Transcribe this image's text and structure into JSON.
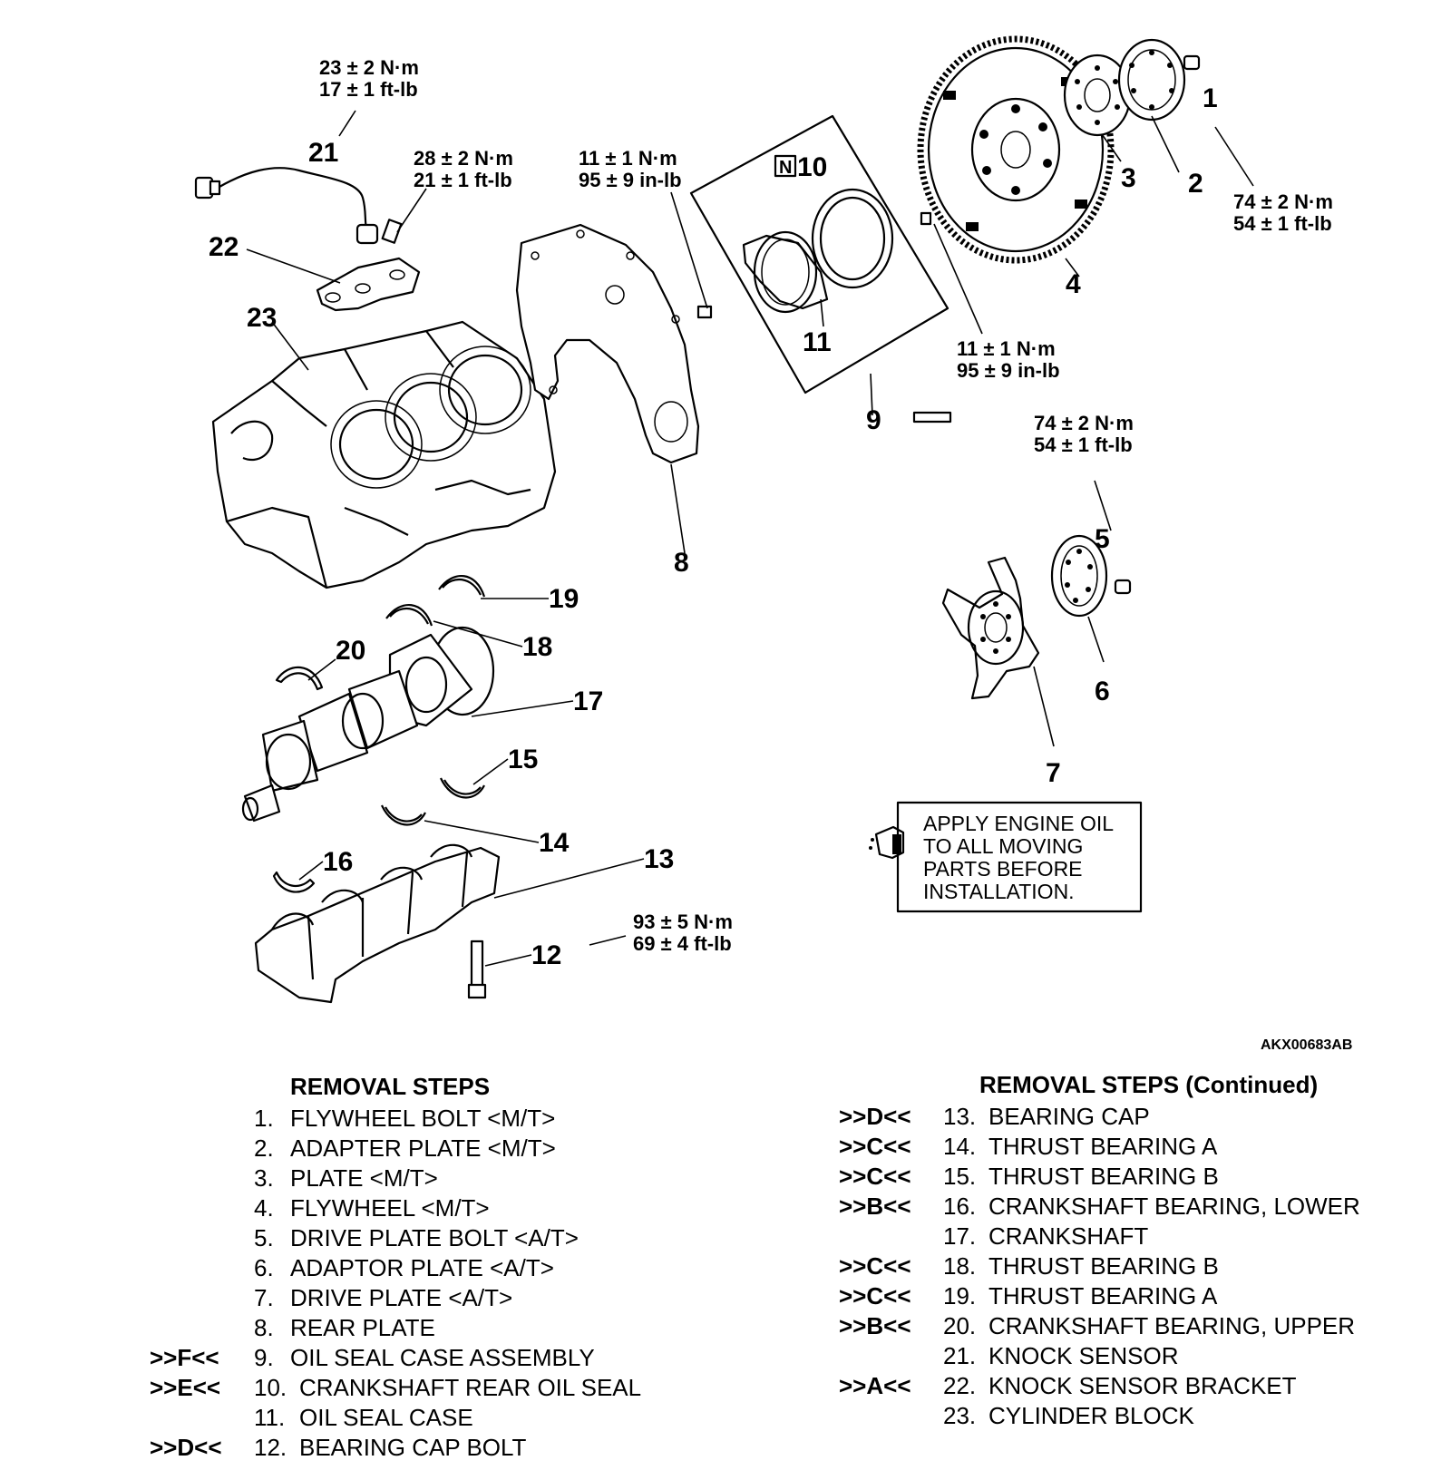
{
  "callouts": {
    "c1": "1",
    "c2": "2",
    "c3": "3",
    "c4": "4",
    "c5": "5",
    "c6": "6",
    "c7": "7",
    "c8": "8",
    "c9": "9",
    "c10": "10",
    "c11": "11",
    "c12": "12",
    "c13": "13",
    "c14": "14",
    "c15": "15",
    "c16": "16",
    "c17": "17",
    "c18": "18",
    "c19": "19",
    "c20": "20",
    "c21": "21",
    "c22": "22",
    "c23": "23"
  },
  "new_part_mark": "N",
  "torque": {
    "knock_sensor": [
      "23 ± 2 N·m",
      "17 ± 1 ft-lb"
    ],
    "bracket_bolt": [
      "28 ± 2 N·m",
      "21 ± 1 ft-lb"
    ],
    "rear_plate_bolt": [
      "11 ± 1 N·m",
      "95 ± 9 in-lb"
    ],
    "flywheel_bolt": [
      "74 ± 2 N·m",
      "54 ± 1 ft-lb"
    ],
    "oil_seal_case_bolt": [
      "11 ± 1 N·m",
      "95 ± 9 in-lb"
    ],
    "drive_plate_bolt": [
      "74 ± 2 N·m",
      "54 ± 1 ft-lb"
    ],
    "bearing_cap_bolt": [
      "93 ± 5 N·m",
      "69 ± 4 ft-lb"
    ]
  },
  "note": [
    "APPLY ENGINE OIL",
    "TO ALL MOVING",
    "PARTS BEFORE",
    "INSTALLATION."
  ],
  "figure_code": "AKX00683AB",
  "removal_steps": {
    "title": "REMOVAL STEPS",
    "items": [
      {
        "mark": "",
        "num": "1.",
        "text": "FLYWHEEL BOLT <M/T>"
      },
      {
        "mark": "",
        "num": "2.",
        "text": "ADAPTER PLATE <M/T>"
      },
      {
        "mark": "",
        "num": "3.",
        "text": "PLATE <M/T>"
      },
      {
        "mark": "",
        "num": "4.",
        "text": "FLYWHEEL <M/T>"
      },
      {
        "mark": "",
        "num": "5.",
        "text": "DRIVE PLATE BOLT <A/T>"
      },
      {
        "mark": "",
        "num": "6.",
        "text": "ADAPTOR PLATE <A/T>"
      },
      {
        "mark": "",
        "num": "7.",
        "text": "DRIVE PLATE <A/T>"
      },
      {
        "mark": "",
        "num": "8.",
        "text": "REAR PLATE"
      },
      {
        "mark": ">>F<<",
        "num": "9.",
        "text": "OIL SEAL CASE ASSEMBLY"
      },
      {
        "mark": ">>E<<",
        "num": "10.",
        "text": "CRANKSHAFT REAR OIL SEAL"
      },
      {
        "mark": "",
        "num": "11.",
        "text": "OIL SEAL CASE"
      },
      {
        "mark": ">>D<<",
        "num": "12.",
        "text": "BEARING CAP BOLT"
      }
    ]
  },
  "removal_steps_continued": {
    "title": "REMOVAL STEPS (Continued)",
    "items": [
      {
        "mark": ">>D<<",
        "num": "13.",
        "text": "BEARING CAP"
      },
      {
        "mark": ">>C<<",
        "num": "14.",
        "text": "THRUST BEARING A"
      },
      {
        "mark": ">>C<<",
        "num": "15.",
        "text": "THRUST BEARING B"
      },
      {
        "mark": ">>B<<",
        "num": "16.",
        "text": "CRANKSHAFT BEARING, LOWER"
      },
      {
        "mark": "",
        "num": "17.",
        "text": "CRANKSHAFT"
      },
      {
        "mark": ">>C<<",
        "num": "18.",
        "text": "THRUST BEARING B"
      },
      {
        "mark": ">>C<<",
        "num": "19.",
        "text": "THRUST BEARING A"
      },
      {
        "mark": ">>B<<",
        "num": "20.",
        "text": "CRANKSHAFT BEARING, UPPER"
      },
      {
        "mark": "",
        "num": "21.",
        "text": "KNOCK SENSOR"
      },
      {
        "mark": ">>A<<",
        "num": "22.",
        "text": "KNOCK SENSOR BRACKET"
      },
      {
        "mark": "",
        "num": "23.",
        "text": "CYLINDER BLOCK"
      }
    ]
  }
}
